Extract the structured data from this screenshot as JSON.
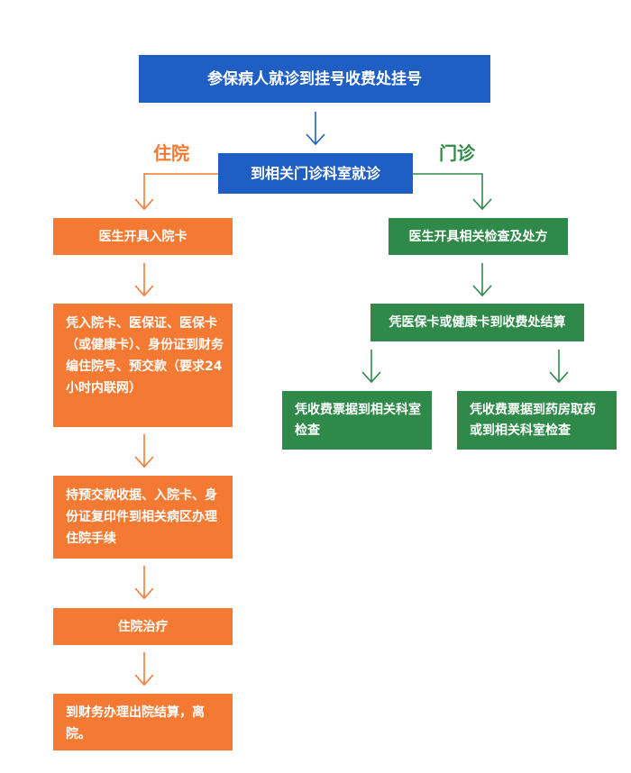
{
  "title": "参保病人就诊到挂号收费处挂号",
  "dept": "到相关门诊科室就诊",
  "branch_left": "住院",
  "branch_right": "门诊",
  "inpatient": {
    "step1": "医生开具入院卡",
    "step2": "凭入院卡、医保证、医保卡（或健康卡）、身份证到财务编住院号、预交款（要求24小时内联网）",
    "step3": "持预交款收据、入院卡、身份证复印件到相关病区办理住院手续",
    "step4": "住院治疗",
    "step5": "到财务办理出院结算，离院。"
  },
  "outpatient": {
    "step1": "医生开具相关检查及处方",
    "step2": "凭医保卡或健康卡到收费处结算",
    "step3a": "凭收费票据到相关科室检查",
    "step3b": "凭收费票据到药房取药或到相关科室检查"
  },
  "colors": {
    "blue": "#1f5fc4",
    "orange": "#f47a33",
    "green": "#2f8a4a"
  }
}
